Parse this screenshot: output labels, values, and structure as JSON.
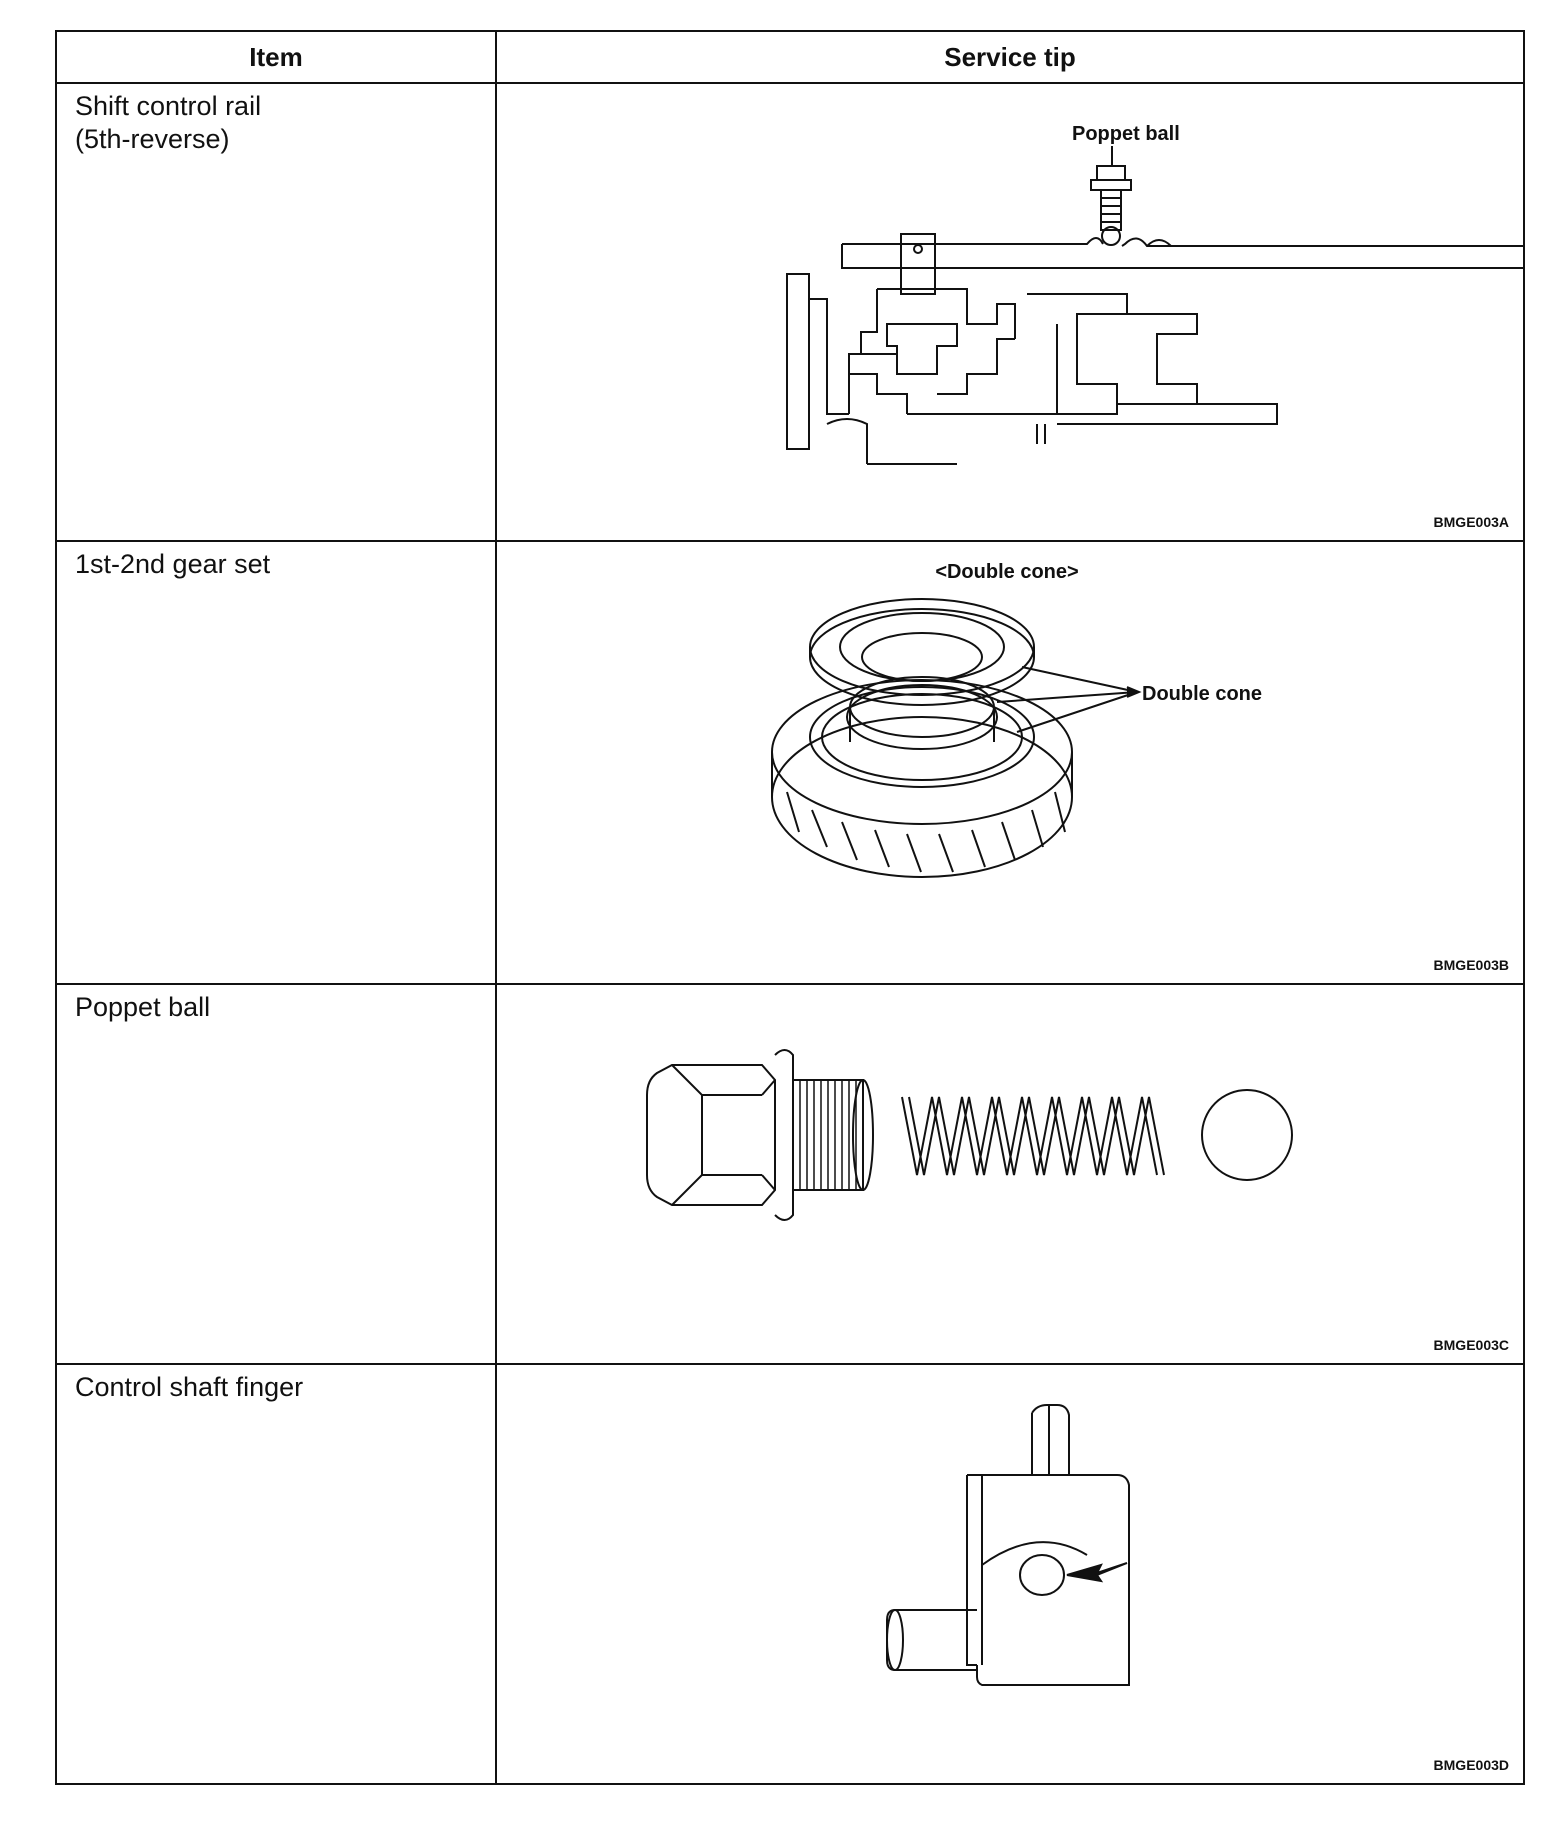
{
  "header": {
    "item": "Item",
    "service_tip": "Service tip"
  },
  "rows": [
    {
      "item_lines": [
        "Shift control rail",
        "(5th-reverse)"
      ],
      "callouts": [
        "Poppet ball"
      ],
      "figure_code": "BMGE003A"
    },
    {
      "item_lines": [
        "1st-2nd gear set"
      ],
      "figure_title": "<Double cone>",
      "callouts": [
        "Double cone"
      ],
      "figure_code": "BMGE003B"
    },
    {
      "item_lines": [
        "Poppet ball"
      ],
      "figure_code": "BMGE003C"
    },
    {
      "item_lines": [
        "Control shaft finger"
      ],
      "figure_code": "BMGE003D"
    }
  ]
}
